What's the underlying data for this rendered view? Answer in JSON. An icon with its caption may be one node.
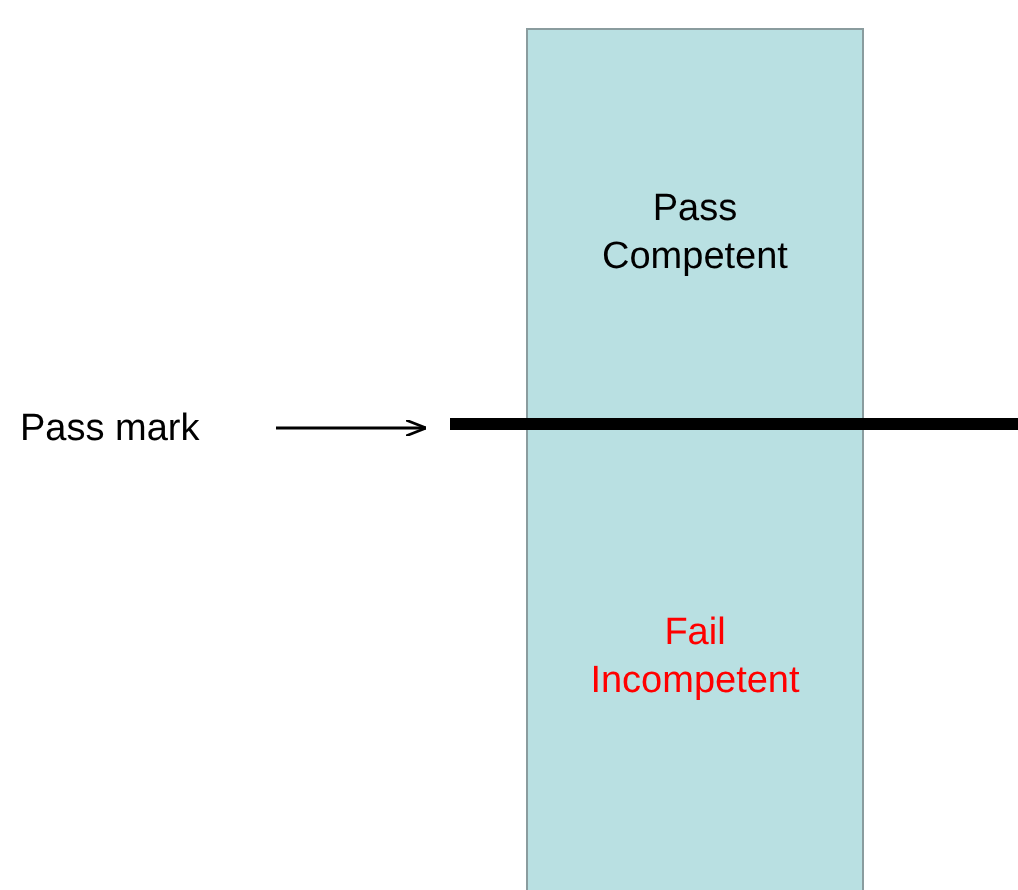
{
  "diagram": {
    "nodes": [
      {
        "text": [
          "Pass Competent",
          "Fail Incompetent"
        ]
      },
      {
        "text": [
          "Pass mark"
        ]
      },
      {
        "text": [],
        "shape": "bar"
      }
    ],
    "edges": [
      {
        "from": 1,
        "to": 2,
        "arrow": "to"
      }
    ]
  }
}
